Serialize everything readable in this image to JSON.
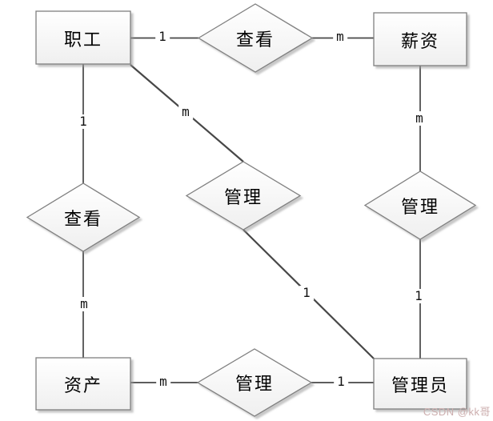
{
  "entities": {
    "employee": "职工",
    "salary": "薪资",
    "asset": "资产",
    "admin": "管理员"
  },
  "relationships": {
    "view_salary": "查看",
    "view_asset": "查看",
    "manage_center": "管理",
    "manage_salary": "管理",
    "manage_asset": "管理"
  },
  "cardinalities": {
    "employee_to_view_salary": "1",
    "view_salary_to_salary": "m",
    "employee_to_view_asset": "1",
    "view_asset_to_asset": "m",
    "salary_to_manage_salary": "m",
    "manage_salary_to_admin": "1",
    "asset_to_manage_asset": "m",
    "manage_asset_to_admin": "1",
    "employee_to_manage_center": "m",
    "manage_center_to_admin": "1"
  },
  "watermark": "CSDN @kk哥",
  "colors": {
    "background": "#ffffff",
    "shape_border": "#7f7f7f",
    "connector": "#474747",
    "shape_fill_top": "#ffffff",
    "shape_fill_bottom": "#efefef",
    "text": "#000000",
    "watermark": "#ccaeae"
  }
}
